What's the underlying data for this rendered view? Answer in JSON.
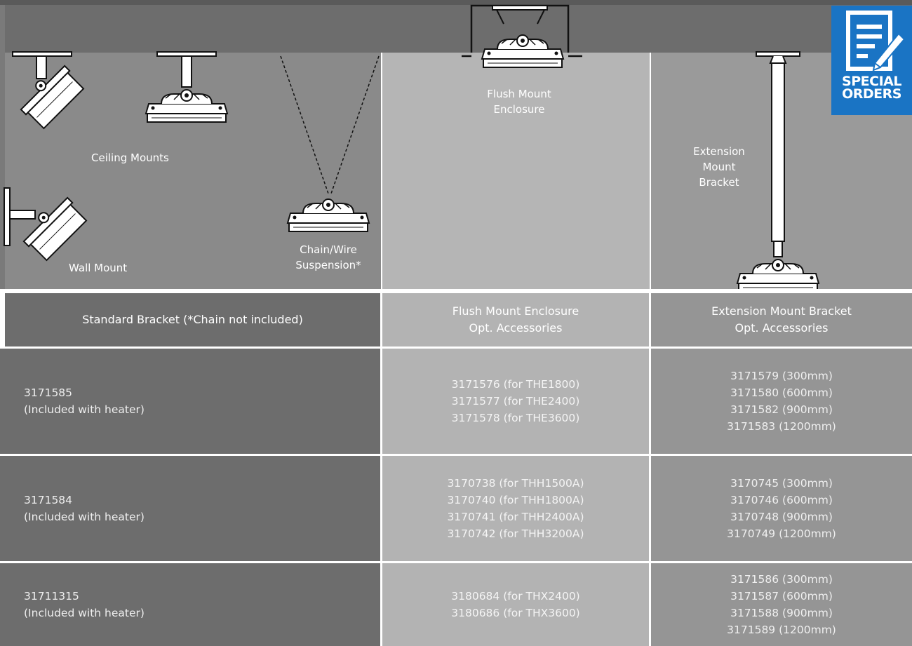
{
  "captions": {
    "ceiling_mounts": "Ceiling Mounts",
    "wall_mount": "Wall Mount",
    "chain_wire": [
      "Chain/Wire",
      "Suspension*"
    ],
    "flush_mount": [
      "Flush Mount",
      "Enclosure"
    ],
    "extension_mount": [
      "Extension",
      "Mount",
      "Bracket"
    ]
  },
  "badge": {
    "lines": [
      "SPECIAL",
      "ORDERS"
    ],
    "icon": "document-pen-icon",
    "color": "#1a74c4"
  },
  "table": {
    "headers": [
      [
        "Standard Bracket (*Chain not included)"
      ],
      [
        "Flush Mount Enclosure",
        "Opt. Accessories"
      ],
      [
        "Extension Mount Bracket",
        "Opt. Accessories"
      ]
    ],
    "rows": [
      {
        "standard": [
          "3171585",
          "(Included with heater)"
        ],
        "flush": [
          "3171576 (for THE1800)",
          "3171577 (for THE2400)",
          "3171578 (for THE3600)"
        ],
        "extension": [
          "3171579 (300mm)",
          "3171580 (600mm)",
          "3171582 (900mm)",
          "3171583 (1200mm)"
        ]
      },
      {
        "standard": [
          "3171584",
          "(Included with heater)"
        ],
        "flush": [
          "3170738 (for THH1500A)",
          "3170740 (for THH1800A)",
          "3170741 (for THH2400A)",
          "3170742 (for THH3200A)"
        ],
        "extension": [
          "3170745 (300mm)",
          "3170746 (600mm)",
          "3170748 (900mm)",
          "3170749 (1200mm)"
        ]
      },
      {
        "standard": [
          "31711315",
          "(Included with heater)"
        ],
        "flush": [
          "3180684 (for THX2400)",
          "3180686 (for THX3600)"
        ],
        "extension": [
          "3171586 (300mm)",
          "3171587 (600mm)",
          "3171588 (900mm)",
          "3171589 (1200mm)"
        ]
      }
    ]
  },
  "colors": {
    "ceiling": "#6d6d6d",
    "col_standard": "#6d6d6d",
    "col_flush": "#b3b3b3",
    "col_extension": "#959595"
  }
}
